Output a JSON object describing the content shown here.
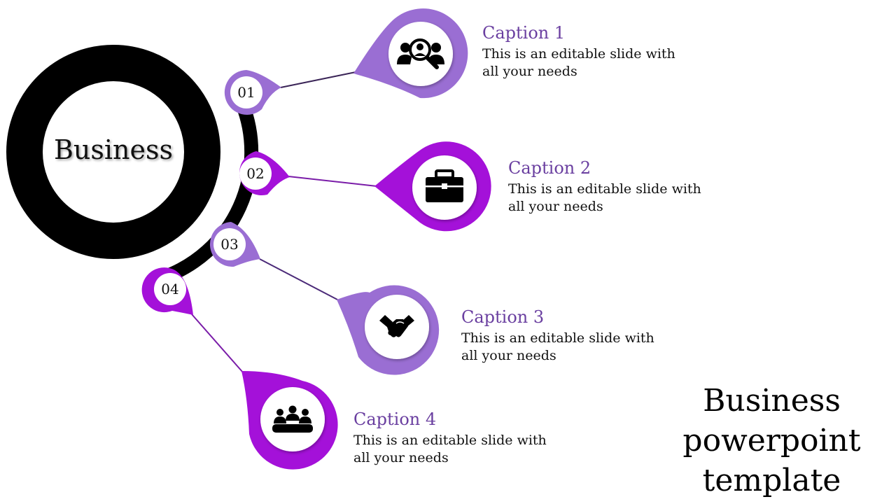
{
  "center": {
    "label": "Business"
  },
  "colors": {
    "light_purple": "#9a6ed3",
    "bright_purple": "#a411d9",
    "caption_title": "#6a3fa0",
    "ring": "#000000"
  },
  "steps": [
    {
      "number": "01",
      "icon": "user-search-icon",
      "caption_title": "Caption 1",
      "caption_text": "This is an editable slide with all your needs",
      "color": "#9a6ed3"
    },
    {
      "number": "02",
      "icon": "briefcase-icon",
      "caption_title": "Caption 2",
      "caption_text": "This is an editable slide with all your needs",
      "color": "#a411d9"
    },
    {
      "number": "03",
      "icon": "handshake-icon",
      "caption_title": "Caption 3",
      "caption_text": "This is an editable slide with all your needs",
      "color": "#9a6ed3"
    },
    {
      "number": "04",
      "icon": "team-meeting-icon",
      "caption_title": "Caption 4",
      "caption_text": "This is an editable slide with all your needs",
      "color": "#a411d9"
    }
  ],
  "slide_title": {
    "lines": [
      "Business",
      "powerpoint",
      "template"
    ]
  }
}
